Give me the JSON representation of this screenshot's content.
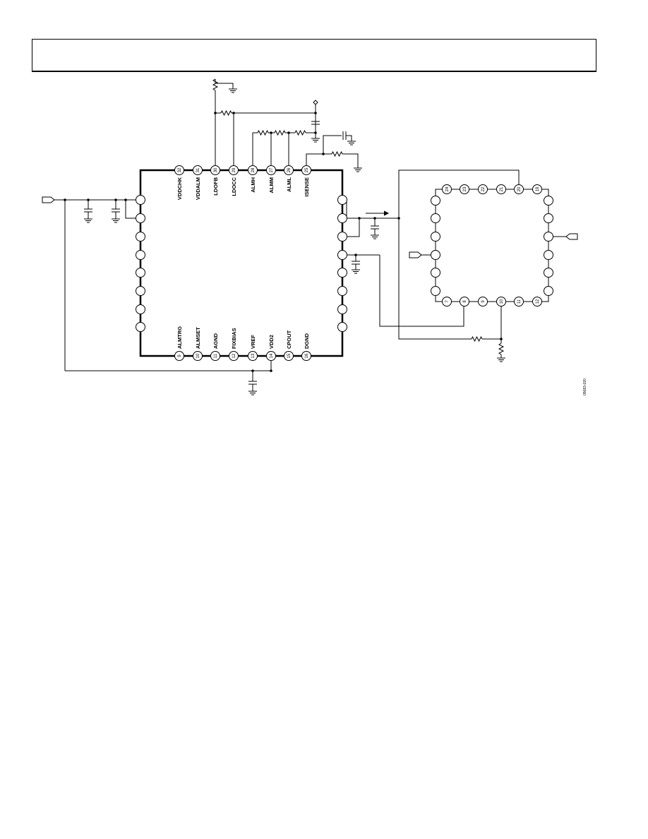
{
  "diagram": {
    "top_pins": [
      {
        "num": "32",
        "label": "VDDCHK"
      },
      {
        "num": "31",
        "label": "VDDALM"
      },
      {
        "num": "30",
        "label": "LDOFB"
      },
      {
        "num": "29",
        "label": "LDOCC"
      },
      {
        "num": "28",
        "label": "ALMH"
      },
      {
        "num": "27",
        "label": "ALMM"
      },
      {
        "num": "26",
        "label": "ALML"
      },
      {
        "num": "25",
        "label": "ISENSE"
      }
    ],
    "bottom_pins": [
      {
        "num": "9",
        "label": "ALMTRG"
      },
      {
        "num": "10",
        "label": "ALMSET"
      },
      {
        "num": "11",
        "label": "AGND"
      },
      {
        "num": "12",
        "label": "FIXBIAS"
      },
      {
        "num": "13",
        "label": "VREF"
      },
      {
        "num": "14",
        "label": "VDD2"
      },
      {
        "num": "15",
        "label": "CPOUT"
      },
      {
        "num": "16",
        "label": "DGND"
      }
    ],
    "sec_top_pins": [
      "24",
      "23",
      "22",
      "21",
      "20",
      "19"
    ],
    "sec_bottom_pins": [
      "7",
      "8",
      "9",
      "10",
      "11",
      "12"
    ],
    "figure_id": "05683-020"
  }
}
